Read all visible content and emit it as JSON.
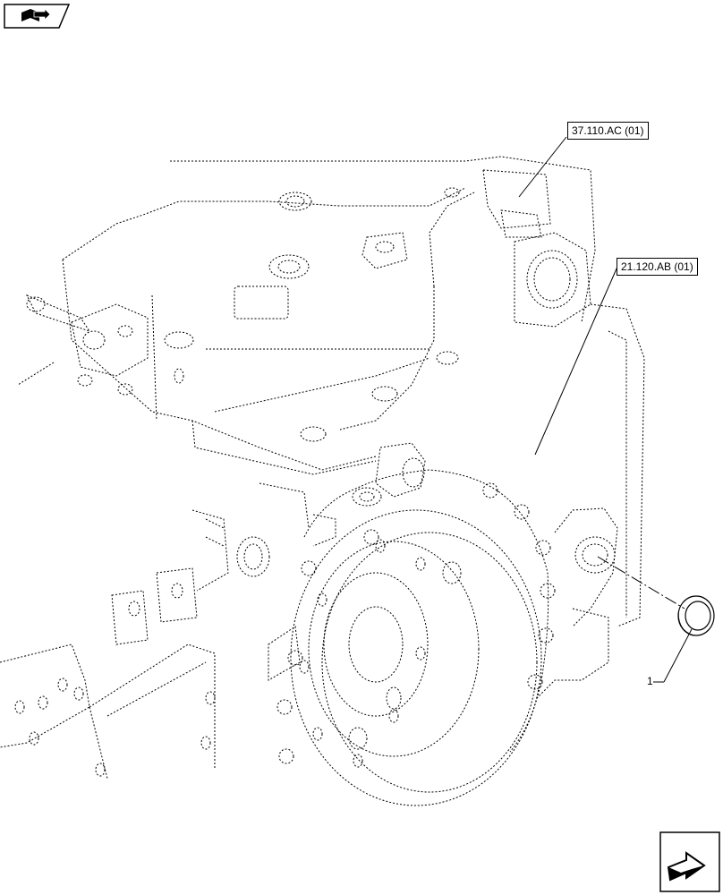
{
  "references": {
    "ref_top": "37.110.AC (01)",
    "ref_right": "21.120.AB (01)"
  },
  "callouts": {
    "part_1": "1"
  },
  "icons": {
    "top_left": "book-with-arrow-icon",
    "bottom_right": "next-page-arrow-icon"
  },
  "colors": {
    "line": "#000000",
    "background": "#ffffff"
  }
}
